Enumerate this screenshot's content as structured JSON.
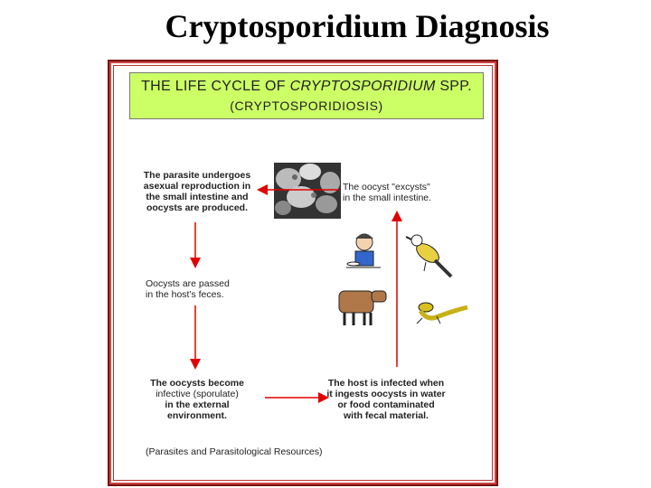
{
  "slide_title": "Cryptosporidium Diagnosis",
  "header": {
    "line1_a": "THE LIFE CYCLE OF ",
    "line1_b": "CRYPTOSPORIDIUM",
    "line1_c": " SPP.",
    "line2": "(CRYPTOSPORIDIOSIS)"
  },
  "steps": {
    "asexual": [
      "The parasite undergoes",
      "asexual reproduction in",
      "the small intestine and",
      "oocysts are produced."
    ],
    "excyst": [
      "The oocyst \"excysts\"",
      "in the small intestine."
    ],
    "passed": [
      "Oocysts are passed",
      "in the host's feces."
    ],
    "sporulate": [
      "The oocysts become",
      "infective (sporulate)",
      "in the external",
      "environment."
    ],
    "infected": [
      "The host is infected when",
      "it ingests oocysts in water",
      "or food contaminated",
      "with fecal material."
    ]
  },
  "credit": "(Parasites and Parasitological Resources)",
  "colors": {
    "arrow": "#e00000",
    "header_bg": "#ccff66",
    "frame": "#7a1010"
  },
  "icons": [
    "micrograph-image",
    "person-eating-icon",
    "bird-icon",
    "cow-icon",
    "lizard-icon"
  ]
}
